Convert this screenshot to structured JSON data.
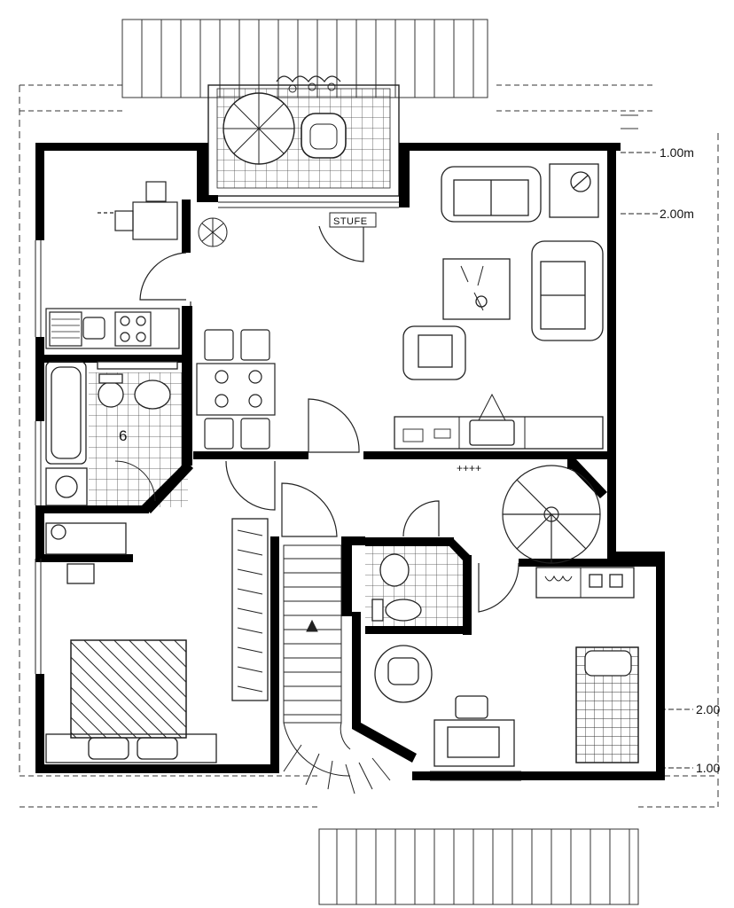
{
  "plan": {
    "dimensions": {
      "top_1": "1.00m",
      "top_2": "2.00m",
      "right_1": "2.00",
      "right_2": "1.00"
    },
    "labels": {
      "step": "STUFE",
      "room_number": "6",
      "stair_marker": "++++"
    }
  }
}
